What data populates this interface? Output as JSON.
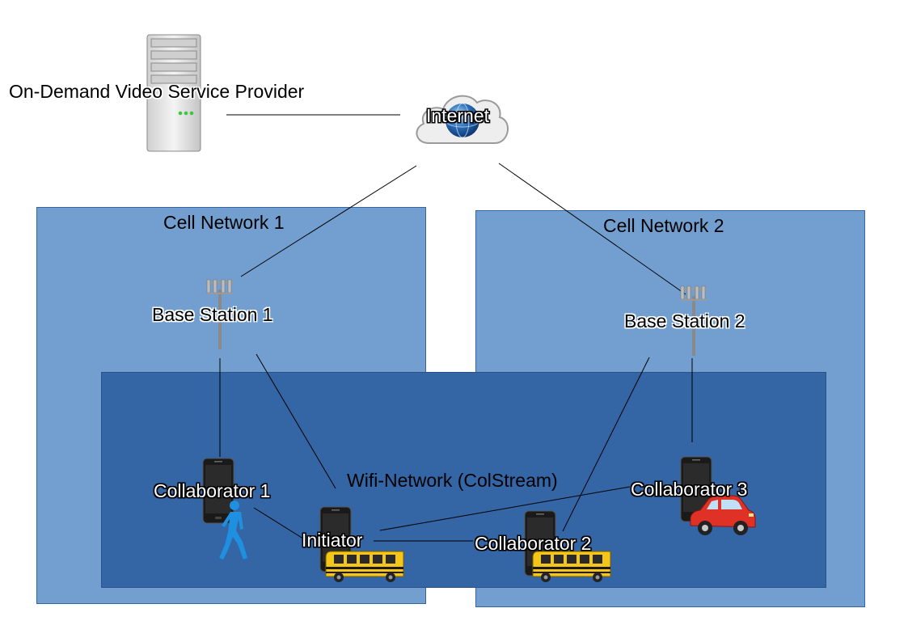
{
  "provider": {
    "label": "On-Demand Video Service Provider",
    "icon": "server-icon"
  },
  "internet": {
    "label": "Internet",
    "icon": "cloud-globe-icon"
  },
  "cell_network_1": {
    "label": "Cell Network 1"
  },
  "cell_network_2": {
    "label": "Cell Network 2"
  },
  "base_station_1": {
    "label": "Base Station 1",
    "icon": "antenna-tower-icon"
  },
  "base_station_2": {
    "label": "Base Station 2",
    "icon": "antenna-tower-icon"
  },
  "wifi_network": {
    "label": "Wifi-Network (ColStream)"
  },
  "collaborator_1": {
    "label": "Collaborator 1",
    "icon": "smartphone-icon",
    "vehicle": "walking-person-icon"
  },
  "initiator": {
    "label": "Initiator",
    "icon": "smartphone-icon",
    "vehicle": "school-bus-icon"
  },
  "collaborator_2": {
    "label": "Collaborator 2",
    "icon": "smartphone-icon",
    "vehicle": "school-bus-icon"
  },
  "collaborator_3": {
    "label": "Collaborator 3",
    "icon": "smartphone-icon",
    "vehicle": "red-car-icon"
  },
  "colors": {
    "cell_network_fill": "#729fcf",
    "wifi_network_fill": "#3465a4",
    "connector_line": "#000000"
  }
}
